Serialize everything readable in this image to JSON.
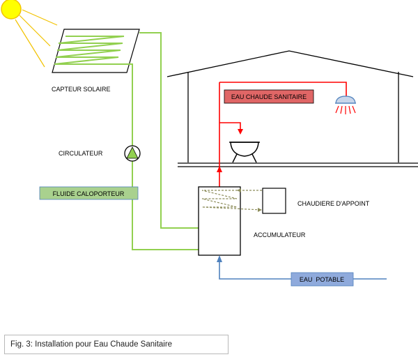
{
  "labels": {
    "collector": "CAPTEUR SOLAIRE",
    "circulator": "CIRCULATEUR",
    "fluid": "FLUIDE CALOPORTEUR",
    "hot_water": "EAU CHAUDE SANITAIRE",
    "boiler": "CHAUDIERE D'APPOINT",
    "accumulator": "ACCUMULATEUR",
    "potable": "EAU  POTABLE"
  },
  "caption": "Fig. 3: Installation pour Eau Chaude Sanitaire",
  "colors": {
    "sun": "#ffff00",
    "sun_rays": "#f2c200",
    "solar_loop": "#92d050",
    "hot_water_pipe": "#ff0000",
    "cold_water_pipe": "#4f81bd",
    "fluid_label_fill": "#a9d18e",
    "hot_label_fill": "#e06666",
    "potable_label_fill": "#8faadc",
    "boiler_link": "#8c8c5a"
  }
}
